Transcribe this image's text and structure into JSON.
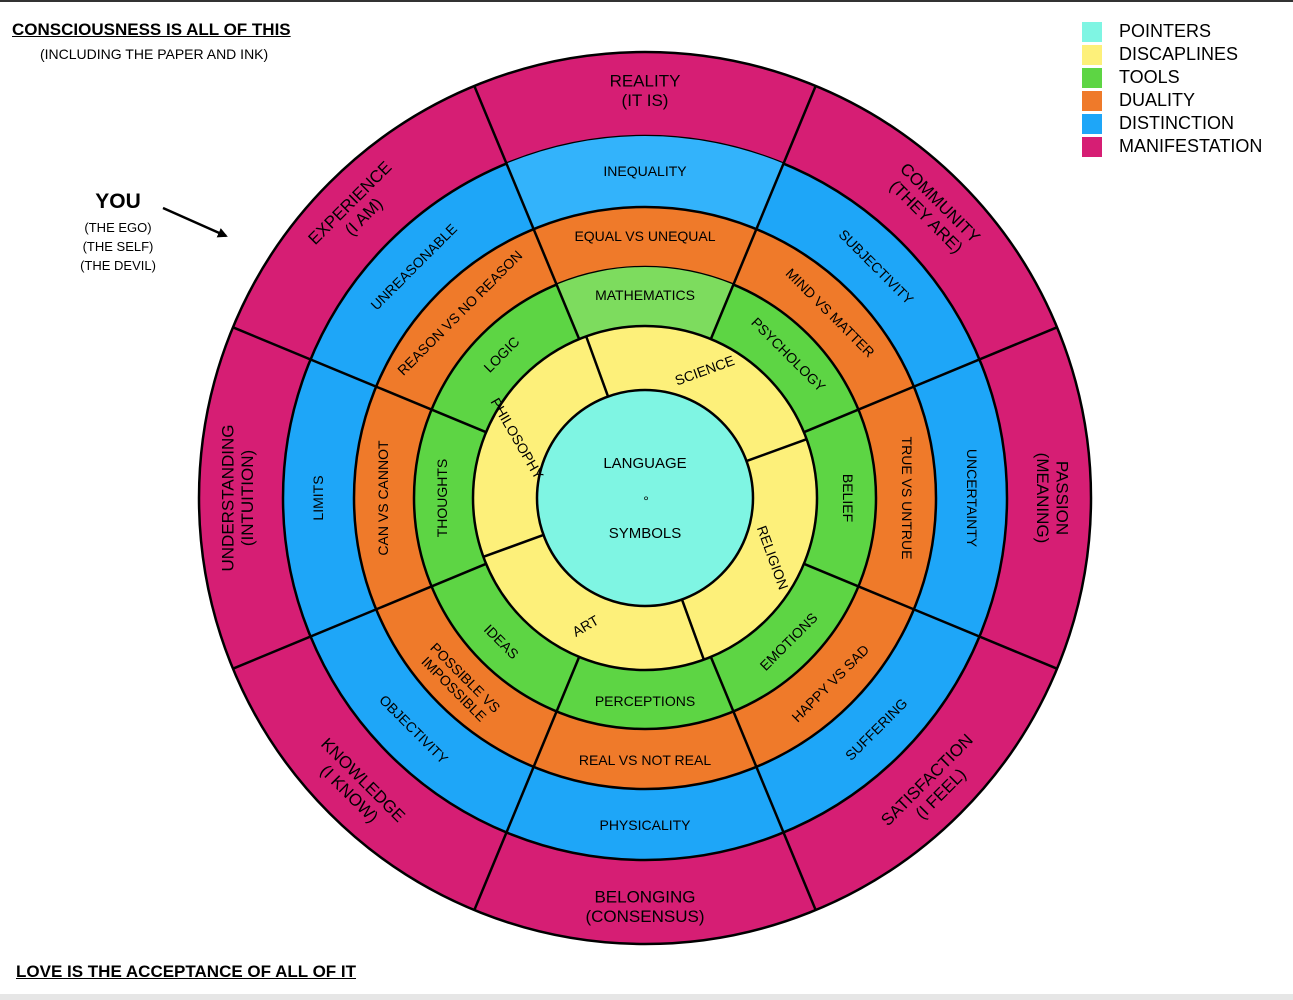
{
  "title": "CONSCIOUSNESS IS ALL OF THIS",
  "subtitle": "(INCLUDING THE PAPER AND INK)",
  "footer": "LOVE IS THE ACCEPTANCE OF ALL OF IT",
  "you": {
    "label": "YOU",
    "lines": [
      "(THE EGO)",
      "(THE SELF)",
      "(THE DEVIL)"
    ]
  },
  "legend": [
    {
      "label": "POINTERS",
      "color": "#7ff5e3"
    },
    {
      "label": "DISCAPLINES",
      "color": "#fdf07a"
    },
    {
      "label": "TOOLS",
      "color": "#5dd544"
    },
    {
      "label": "DUALITY",
      "color": "#ef7a2a"
    },
    {
      "label": "DISTINCTION",
      "color": "#1ea6f8"
    },
    {
      "label": "MANIFESTATION",
      "color": "#d61e74"
    }
  ],
  "center": {
    "top": "LANGUAGE",
    "dot": "°",
    "bottom": "SYMBOLS",
    "color": "#7ff5e3"
  },
  "rings": {
    "disciplines": {
      "color": "#fdf07a",
      "segments": [
        "SCIENCE",
        "RELIGION",
        "ART",
        "PHILOSOPHY"
      ]
    },
    "tools": {
      "color": "#5dd544",
      "highlight": "#7ddc5e",
      "segments": [
        "MATHEMATICS",
        "PSYCHOLOGY",
        "BELIEF",
        "EMOTIONS",
        "PERCEPTIONS",
        "IDEAS",
        "THOUGHTS",
        "LOGIC"
      ]
    },
    "duality": {
      "color": "#ef7a2a",
      "segments": [
        "EQUAL VS UNEQUAL",
        "MIND VS MATTER",
        "TRUE VS UNTRUE",
        "HAPPY VS SAD",
        "REAL VS NOT REAL",
        "POSSIBLE VS IMPOSSIBLE",
        "CAN VS CANNOT",
        "REASON VS NO REASON"
      ]
    },
    "distinction": {
      "color": "#1ea6f8",
      "highlight": "#33b3fb",
      "segments": [
        "INEQUALITY",
        "SUBJECTIVITY",
        "UNCERTAINTY",
        "SUFFERING",
        "PHYSICALITY",
        "OBJECTIVITY",
        "LIMITS",
        "UNREASONABLE"
      ]
    },
    "manifestation": {
      "color": "#d61e74",
      "segments": [
        [
          "REALITY",
          "(IT IS)"
        ],
        [
          "COMMUNITY",
          "(THEY ARE)"
        ],
        [
          "PASSION",
          "(MEANING)"
        ],
        [
          "SATISFACTION",
          "(I FEEL)"
        ],
        [
          "BELONGING",
          "(CONSENSUS)"
        ],
        [
          "KNOWLEDGE",
          "(I KNOW)"
        ],
        [
          "UNDERSTANDING",
          "(INTUITION)"
        ],
        [
          "EXPERIENCE",
          "(I AM)"
        ]
      ]
    }
  }
}
